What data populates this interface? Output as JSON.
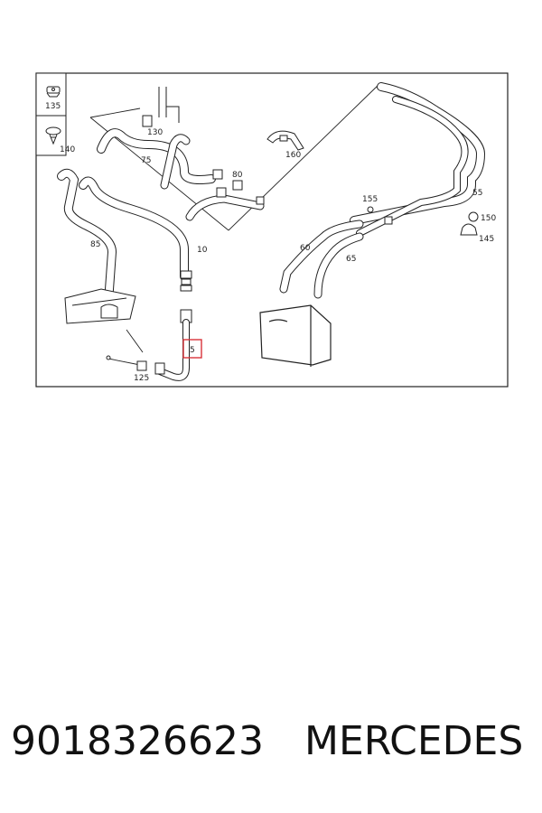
{
  "diagram": {
    "callouts": {
      "c135": "135",
      "c140": "140",
      "c130": "130",
      "c75": "75",
      "c80": "80",
      "c160": "160",
      "c85": "85",
      "c10": "10",
      "c5": "5",
      "c125": "125",
      "c155": "155",
      "c55": "55",
      "c150": "150",
      "c145": "145",
      "c60": "60",
      "c65": "65"
    },
    "highlighted_callout": "5",
    "highlight_color": "#d9343a"
  },
  "footer": {
    "part_number": "9018326623",
    "brand": "MERCEDES"
  }
}
